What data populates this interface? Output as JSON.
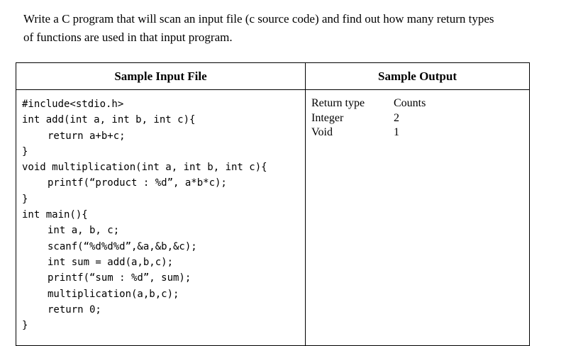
{
  "question": {
    "line1": "Write a C program that will scan an input file (c source code) and find out how many return types",
    "line2": "of functions are used in that input program."
  },
  "table": {
    "header_input": "Sample Input File",
    "header_output": "Sample Output",
    "code_lines": [
      "#include<stdio.h>",
      "int add(int a, int b, int c){",
      "return a+b+c;",
      "}",
      "void multiplication(int a, int b, int c){",
      "printf(“product : %d”, a*b*c);",
      "}",
      "int main(){",
      "int a, b, c;",
      "scanf(“%d%d%d”,&a,&b,&c);",
      "int sum = add(a,b,c);",
      "printf(“sum : %d”, sum);",
      "multiplication(a,b,c);",
      "return 0;",
      "}"
    ],
    "output": {
      "col_type": "Return type",
      "col_count": "Counts",
      "rows": [
        {
          "type": "Integer",
          "count": "2"
        },
        {
          "type": "Void",
          "count": "1"
        }
      ]
    }
  }
}
